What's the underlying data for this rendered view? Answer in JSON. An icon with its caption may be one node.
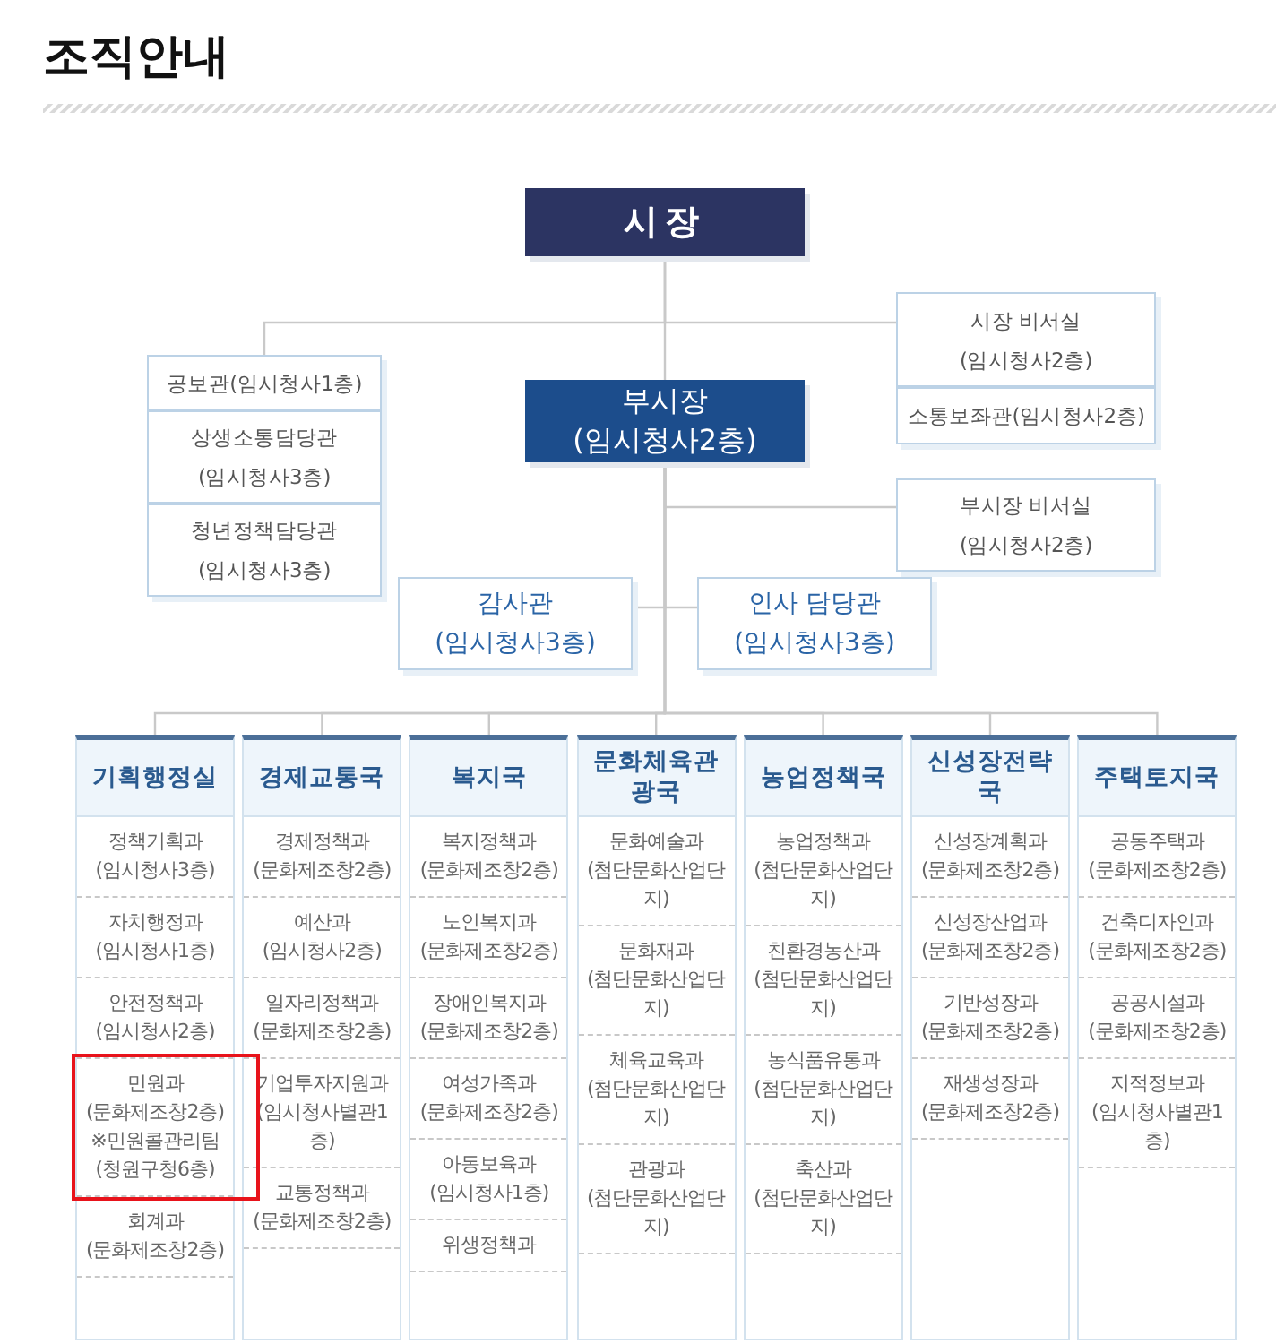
{
  "diagram": {
    "title": "조직안내",
    "nodes": [
      {
        "text": [
          "시장"
        ]
      },
      {
        "text": [
          "공보관(임시청사1층)"
        ]
      },
      {
        "text": [
          "상생소통담당관",
          "(임시청사3층)"
        ]
      },
      {
        "text": [
          "청년정책담당관",
          "(임시청사3층)"
        ]
      },
      {
        "text": [
          "시장 비서실",
          "(임시청사2층)"
        ]
      },
      {
        "text": [
          "소통보좌관(임시청사2층)"
        ]
      },
      {
        "text": [
          "부시장",
          "(임시청사2층)"
        ]
      },
      {
        "text": [
          "부시장 비서실",
          "(임시청사2층)"
        ]
      },
      {
        "text": [
          "감사관",
          "(임시청사3층)"
        ]
      },
      {
        "text": [
          "인사 담당관",
          "(임시청사3층)"
        ]
      },
      {
        "text": [
          "기획행정실"
        ]
      },
      {
        "text": [
          "정책기획과",
          "(임시청사3층)"
        ],
        "in": 10
      },
      {
        "text": [
          "자치행정과",
          "(임시청사1층)"
        ],
        "in": 10
      },
      {
        "text": [
          "안전정책과",
          "(임시청사2층)"
        ],
        "in": 10
      },
      {
        "text": [
          "민원과",
          "(문화제조창2층)",
          "※민원콜관리팀",
          "(청원구청6층)"
        ],
        "in": 10
      },
      {
        "text": [
          "회계과",
          "(문화제조창2층)"
        ],
        "in": 10
      },
      {
        "text": [
          "경제교통국"
        ]
      },
      {
        "text": [
          "경제정책과",
          "(문화제조창2층)"
        ],
        "in": 16
      },
      {
        "text": [
          "예산과",
          "(임시청사2층)"
        ],
        "in": 16
      },
      {
        "text": [
          "일자리정책과",
          "(문화제조창2층)"
        ],
        "in": 16
      },
      {
        "text": [
          "기업투자지원과",
          "(임시청사별관1층)"
        ],
        "in": 16
      },
      {
        "text": [
          "교통정책과",
          "(문화제조창2층)"
        ],
        "in": 16
      },
      {
        "text": [
          "복지국"
        ]
      },
      {
        "text": [
          "복지정책과",
          "(문화제조창2층)"
        ],
        "in": 22
      },
      {
        "text": [
          "노인복지과",
          "(문화제조창2층)"
        ],
        "in": 22
      },
      {
        "text": [
          "장애인복지과",
          "(문화제조창2층)"
        ],
        "in": 22
      },
      {
        "text": [
          "여성가족과",
          "(문화제조창2층)"
        ],
        "in": 22
      },
      {
        "text": [
          "아동보육과",
          "(임시청사1층)"
        ],
        "in": 22
      },
      {
        "text": [
          "위생정책과"
        ],
        "in": 22
      },
      {
        "text": [
          "문화체육관광국"
        ]
      },
      {
        "text": [
          "문화예술과",
          "(첨단문화산업단지)"
        ],
        "in": 29
      },
      {
        "text": [
          "문화재과",
          "(첨단문화산업단지)"
        ],
        "in": 29
      },
      {
        "text": [
          "체육교육과",
          "(첨단문화산업단지)"
        ],
        "in": 29
      },
      {
        "text": [
          "관광과",
          "(첨단문화산업단지)"
        ],
        "in": 29
      },
      {
        "text": [
          "농업정책국"
        ]
      },
      {
        "text": [
          "농업정책과",
          "(첨단문화산업단지)"
        ],
        "in": 34
      },
      {
        "text": [
          "친환경농산과",
          "(첨단문화산업단지)"
        ],
        "in": 34
      },
      {
        "text": [
          "농식품유통과",
          "(첨단문화산업단지)"
        ],
        "in": 34
      },
      {
        "text": [
          "축산과",
          "(첨단문화산업단지)"
        ],
        "in": 34
      },
      {
        "text": [
          "신성장전략국"
        ]
      },
      {
        "text": [
          "신성장계획과",
          "(문화제조창2층)"
        ],
        "in": 39
      },
      {
        "text": [
          "신성장산업과",
          "(문화제조창2층)"
        ],
        "in": 39
      },
      {
        "text": [
          "기반성장과",
          "(문화제조창2층)"
        ],
        "in": 39
      },
      {
        "text": [
          "재생성장과",
          "(문화제조창2층)"
        ],
        "in": 39
      },
      {
        "text": [
          "주택토지국"
        ]
      },
      {
        "text": [
          "공동주택과",
          "(문화제조창2층)"
        ],
        "in": 44
      },
      {
        "text": [
          "건축디자인과",
          "(문화제조창2층)"
        ],
        "in": 44
      },
      {
        "text": [
          "공공시설과",
          "(문화제조창2층)"
        ],
        "in": 44
      },
      {
        "text": [
          "지적정보과",
          "(임시청사별관1층)"
        ],
        "in": 44
      }
    ],
    "edges": [
      {
        "from": 0,
        "to": 6,
        "arrow": "none"
      },
      {
        "from": 0,
        "to": 1,
        "arrow": "none"
      },
      {
        "from": 0,
        "to": 4,
        "arrow": "none"
      },
      {
        "from": 6,
        "to": 7,
        "arrow": "none"
      },
      {
        "from": 6,
        "to": 8,
        "arrow": "none"
      },
      {
        "from": 6,
        "to": 9,
        "arrow": "none"
      },
      {
        "from": 6,
        "to": 10,
        "arrow": "none"
      },
      {
        "from": 6,
        "to": 16,
        "arrow": "none"
      },
      {
        "from": 6,
        "to": 22,
        "arrow": "none"
      },
      {
        "from": 6,
        "to": 29,
        "arrow": "none"
      },
      {
        "from": 6,
        "to": 34,
        "arrow": "none"
      },
      {
        "from": 6,
        "to": 39,
        "arrow": "none"
      },
      {
        "from": 6,
        "to": 44,
        "arrow": "none"
      }
    ]
  }
}
